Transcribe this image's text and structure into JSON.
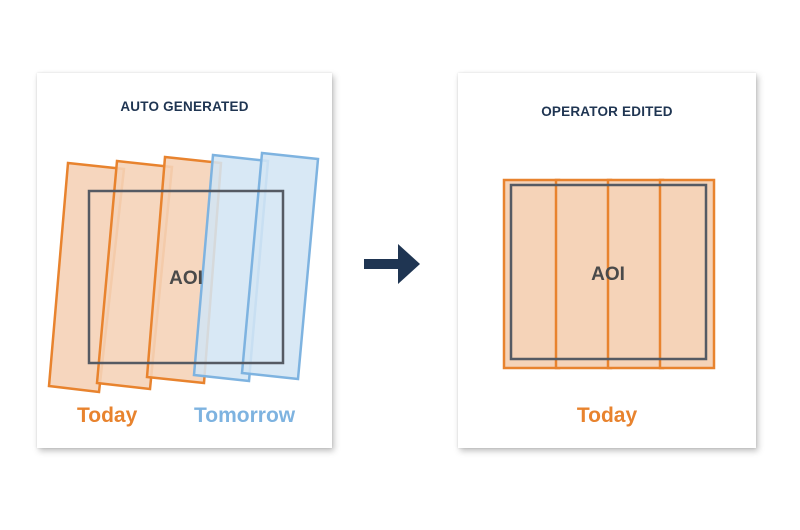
{
  "left_panel": {
    "title": "AUTO GENERATED",
    "aoi_label": "AOI",
    "legend": [
      {
        "label": "Today",
        "color": "#e8832e"
      },
      {
        "label": "Tomorrow",
        "color": "#7eb3e0"
      }
    ]
  },
  "right_panel": {
    "title": "OPERATOR EDITED",
    "aoi_label": "AOI",
    "legend_label": "Today",
    "legend_color": "#e8832e"
  },
  "colors": {
    "today_fill": "#f5d3b8",
    "today_stroke": "#e8832e",
    "tomorrow_fill": "#d3e5f4",
    "tomorrow_stroke": "#7eb3e0",
    "aoi_stroke": "#555a63",
    "title": "#1f3552",
    "arrow": "#1f3552"
  },
  "arrow_icon": "right-arrow-icon"
}
